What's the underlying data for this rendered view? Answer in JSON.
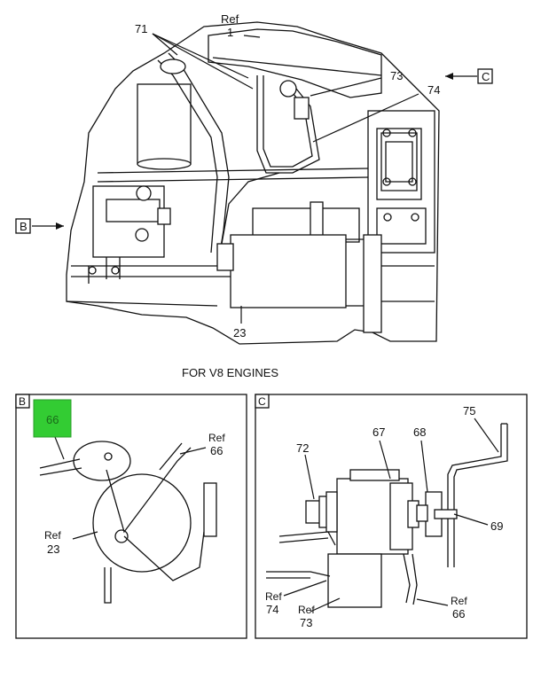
{
  "main_view": {
    "caption": "FOR V8 ENGINES",
    "callouts": {
      "ref1_ref": "Ref",
      "ref1_num": "1",
      "c71": "71",
      "c73": "73",
      "c74": "74",
      "c23": "23"
    },
    "view_flags": {
      "b": "B",
      "c": "C"
    }
  },
  "detail_b": {
    "label": "B",
    "highlight": {
      "text": "66",
      "color": "#33cc33"
    },
    "callouts": {
      "ref66_ref": "Ref",
      "ref66_num": "66",
      "ref23_ref": "Ref",
      "ref23_num": "23"
    }
  },
  "detail_c": {
    "label": "C",
    "callouts": {
      "c75": "75",
      "c67": "67",
      "c68": "68",
      "c72": "72",
      "c69": "69",
      "ref74_ref": "Ref",
      "ref74_num": "74",
      "ref73_ref": "Ref",
      "ref73_num": "73",
      "ref66_ref": "Ref",
      "ref66_num": "66"
    }
  }
}
